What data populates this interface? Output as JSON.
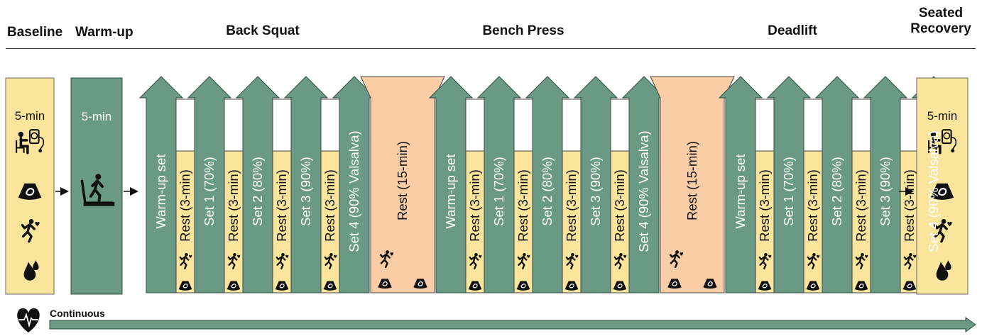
{
  "headers": {
    "baseline": "Baseline",
    "warmup": "Warm-up",
    "back_squat": "Back Squat",
    "bench_press": "Bench Press",
    "deadlift": "Deadlift",
    "recovery_line1": "Seated",
    "recovery_line2": "Recovery"
  },
  "baseline": {
    "duration": "5-min",
    "icons": [
      "seated-bp-monitor-icon",
      "ultrasound-icon",
      "runner-heart-icon",
      "blood-drops-icon"
    ]
  },
  "warmup": {
    "duration": "5-min",
    "icon": "treadmill-icon"
  },
  "recovery": {
    "duration": "5-min",
    "icons": [
      "seated-bp-monitor-icon",
      "ultrasound-icon",
      "runner-heart-icon",
      "blood-drops-icon"
    ]
  },
  "blocks": [
    {
      "exercise": "Back Squat",
      "sets": [
        "Warm-up set",
        "Set 1 (70%)",
        "Set 2 (80%)",
        "Set 3 (90%)",
        "Set 4 (90% Valsalva)"
      ],
      "rest": "Rest (3-min)"
    },
    {
      "exercise": "Bench Press",
      "sets": [
        "Warm-up set",
        "Set 1 (70%)",
        "Set 2 (80%)",
        "Set 3 (90%)",
        "Set 4 (90% Valsalva)"
      ],
      "rest": "Rest (3-min)"
    },
    {
      "exercise": "Deadlift",
      "sets": [
        "Warm-up set",
        "Set 1 (70%)",
        "Set 2 (80%)",
        "Set 3 (90%)",
        "Set 4 (90% Valsalva)"
      ],
      "rest": "Rest (3-min)"
    }
  ],
  "long_rest": "Rest (15-min)",
  "continuous": {
    "label": "Continuous",
    "icon": "heart-ecg-icon"
  },
  "colors": {
    "set": "#6a9a86",
    "rest": "#fbe59c",
    "long_rest": "#fbcda6",
    "baseline": "#fbe59c",
    "warmup": "#6a9a86",
    "outline": "#2f4f43"
  }
}
